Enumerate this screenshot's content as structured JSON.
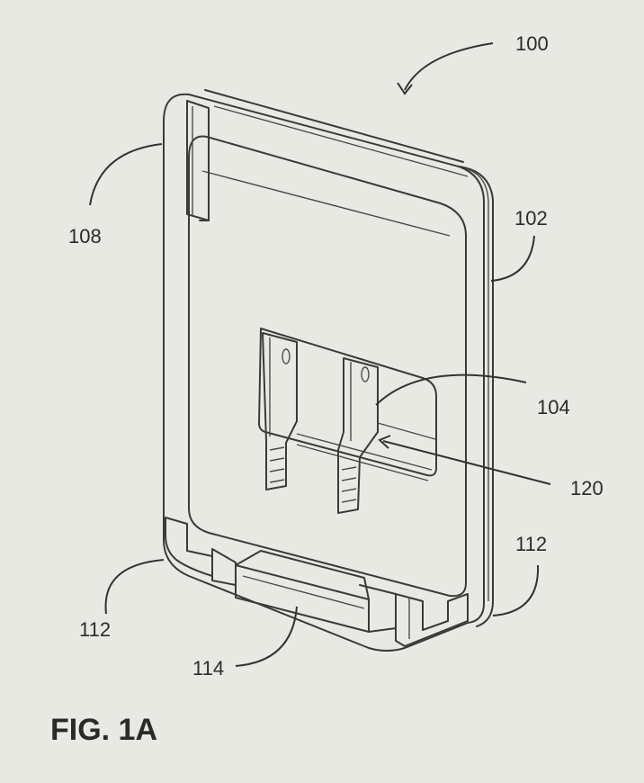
{
  "figure": {
    "caption": "FIG. 1A",
    "reference_numerals": {
      "device": "100",
      "housing_side": "102",
      "strip_port": "104",
      "top_corner": "108",
      "foot_left": "112",
      "foot_right": "112",
      "bottom_rail": "114",
      "slot": "120"
    }
  },
  "colors": {
    "background": "#e9e9e4",
    "line": "#3a3a3a",
    "text": "#2a2a2a"
  }
}
